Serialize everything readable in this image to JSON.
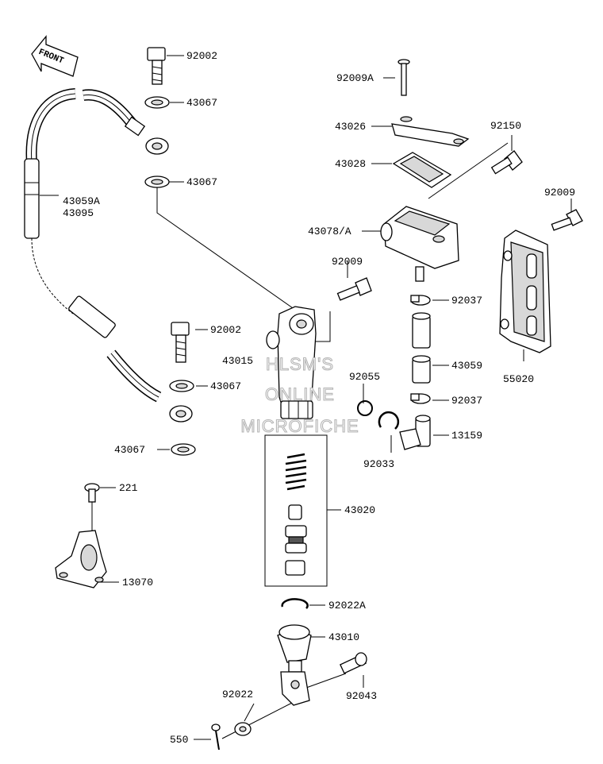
{
  "front_label": "FRONT",
  "watermark": [
    "HLSM'S",
    "ONLINE",
    "MICROFICHE"
  ],
  "labels": {
    "bolt_top": "92002",
    "washer_top": "43067",
    "washer_mid": "43067",
    "hose_a": "43059A",
    "hose_b": "43095",
    "bolt_lower": "92002",
    "washer_lower": "43067",
    "washer_bottom": "43067",
    "screw_221": "221",
    "bracket": "13070",
    "screw_cap": "92009A",
    "cap": "43026",
    "diaphragm": "43028",
    "reservoir": "43078/A",
    "bolt_res": "92150",
    "bolt_cyl": "92009",
    "cylinder": "43015",
    "oring": "92055",
    "circlip": "92033",
    "clamp_top": "92037",
    "hose_short": "43059",
    "clamp_bot": "92037",
    "elbow": "13159",
    "bolt_guard": "92009",
    "guard": "55020",
    "piston_kit": "43020",
    "snap_ring": "92022A",
    "pushrod": "43010",
    "washer_small": "92022",
    "pin": "92043",
    "cotter": "550"
  }
}
